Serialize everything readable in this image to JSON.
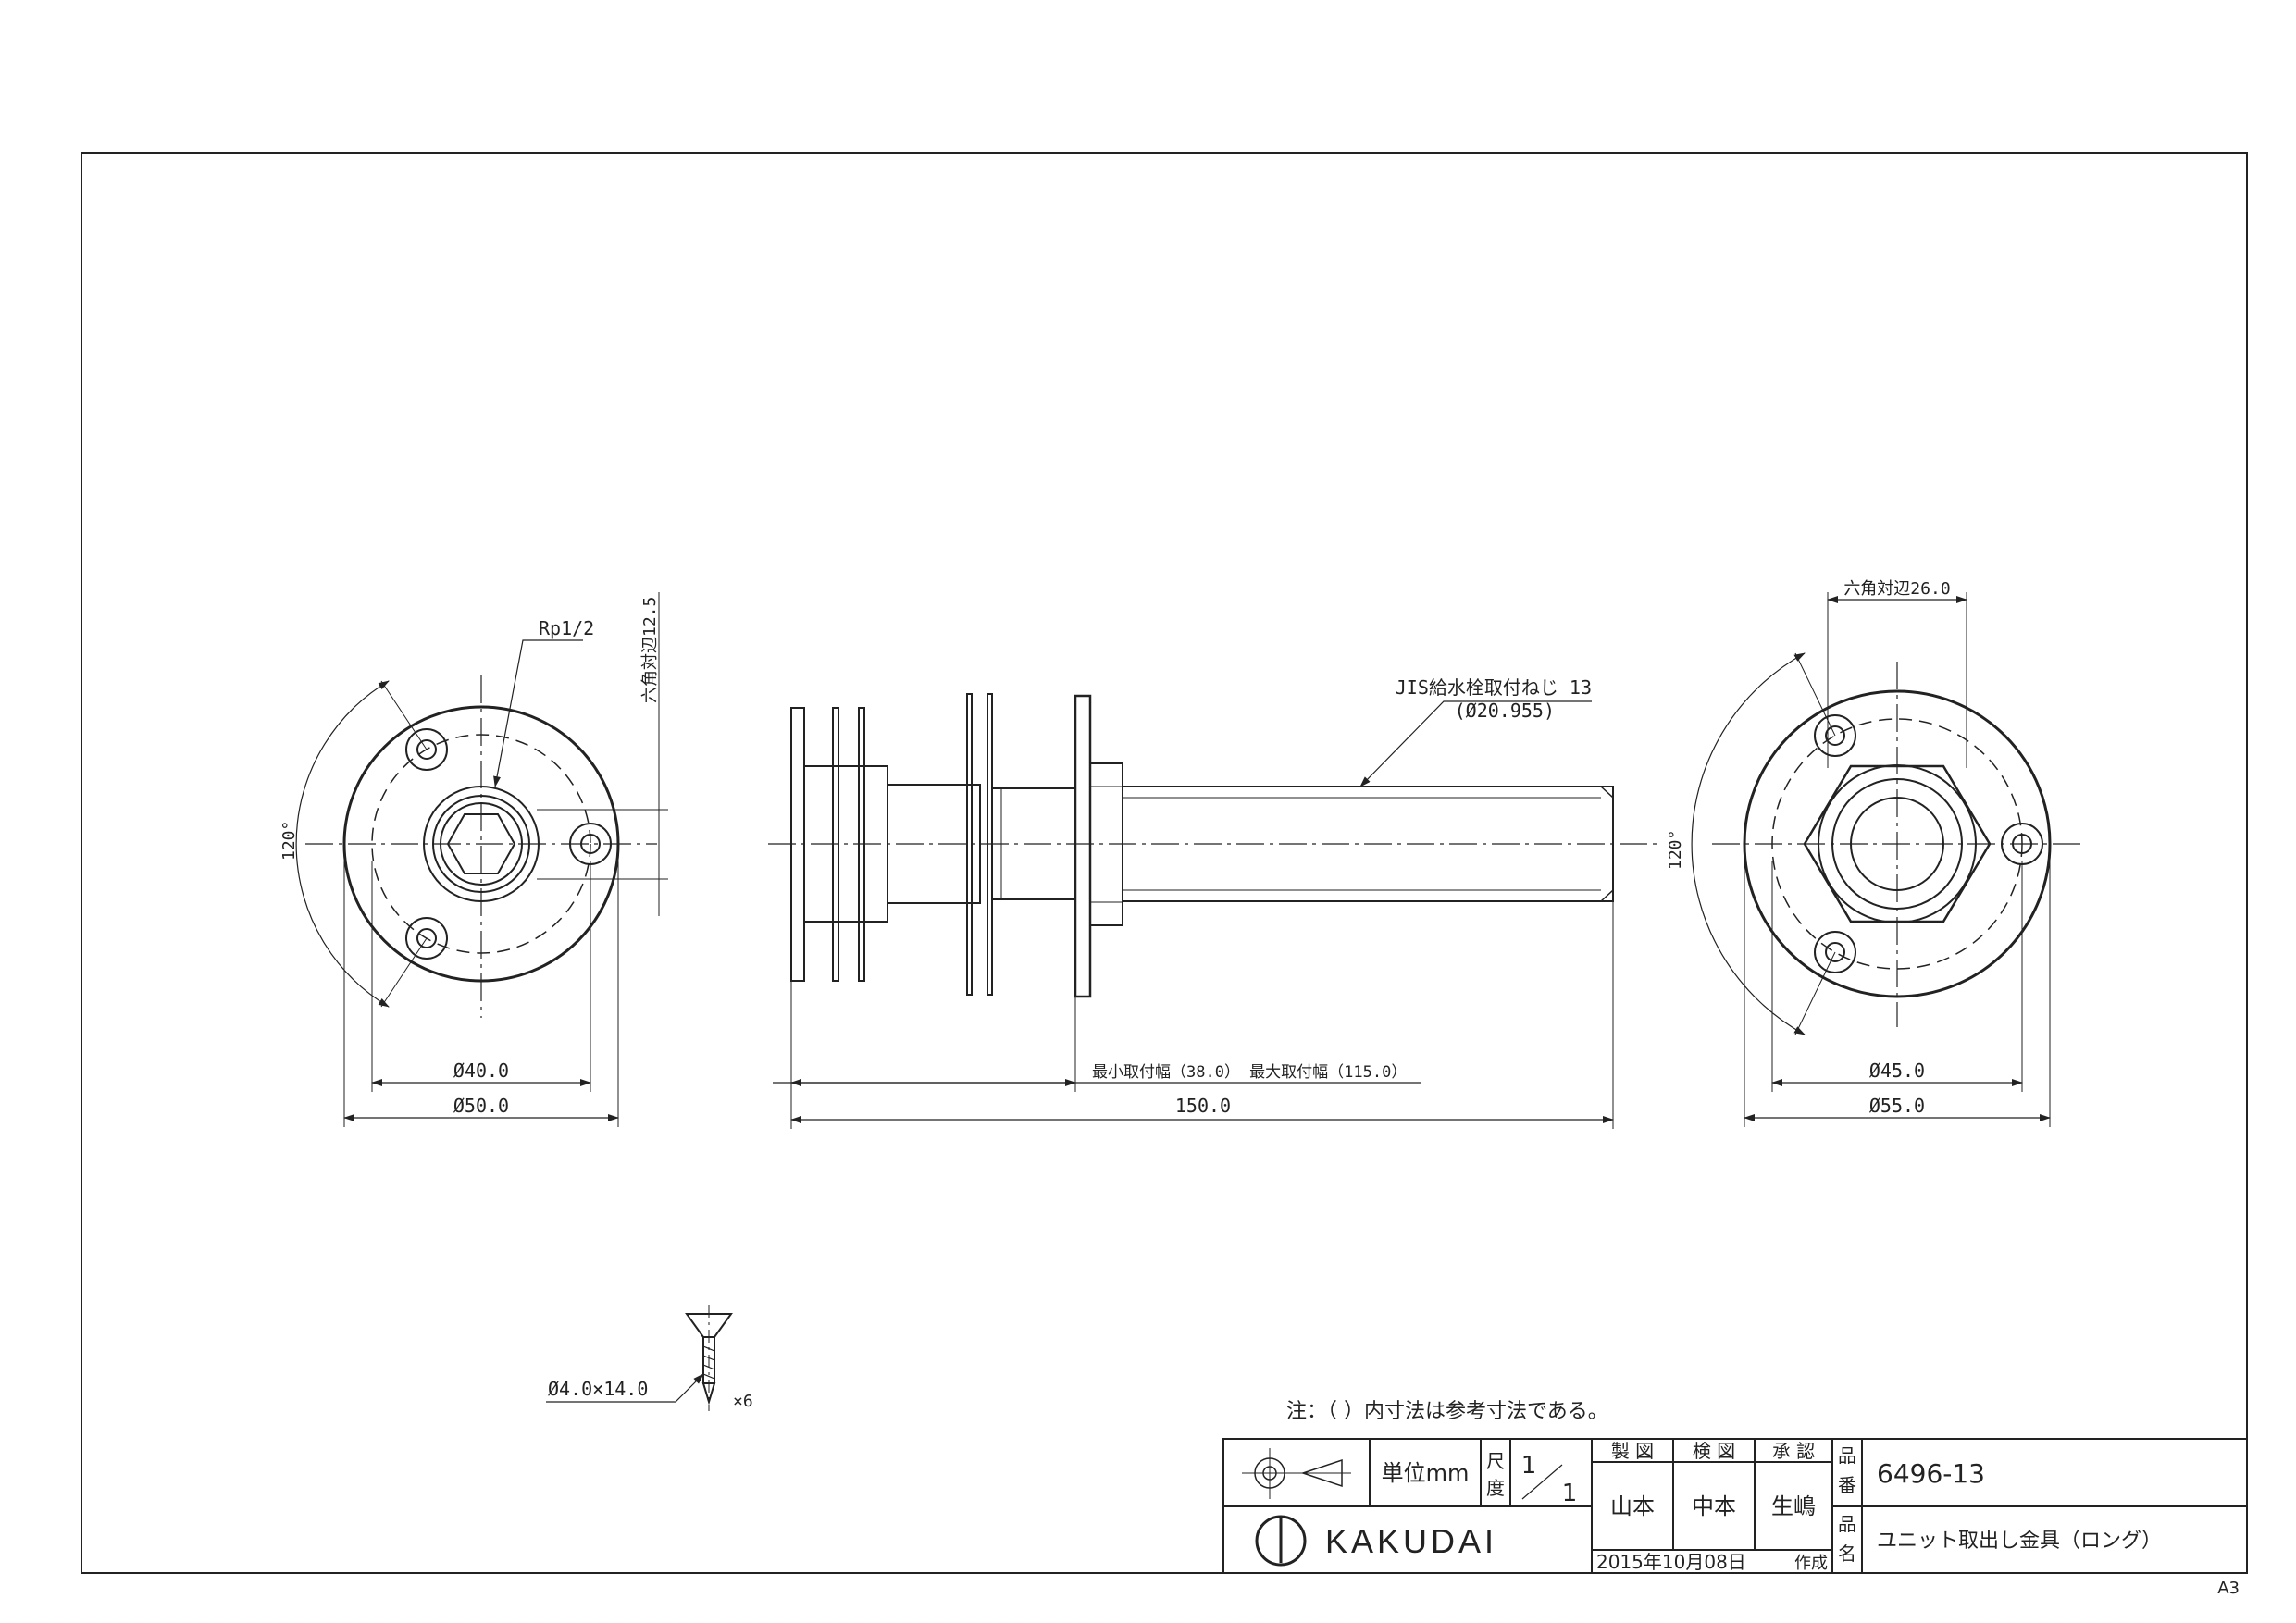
{
  "sheet_size": "A3",
  "note": "注：（ ）内寸法は参考寸法である。",
  "left_view": {
    "thread_label": "Rp1/2",
    "hex_label": "六角対辺12.5",
    "angle_label": "120°",
    "inner_dia_label": "Ø40.0",
    "outer_dia_label": "Ø50.0"
  },
  "side_view": {
    "thread_label": "JIS給水栓取付ねじ 13",
    "thread_dia_label": "(Ø20.955)",
    "width_label": "最小取付幅（38.0） 最大取付幅（115.0）",
    "length_label": "150.0"
  },
  "right_view": {
    "hex_label": "六角対辺26.0",
    "angle_label": "120°",
    "inner_dia_label": "Ø45.0",
    "outer_dia_label": "Ø55.0"
  },
  "screw": {
    "size_label": "Ø4.0×14.0",
    "qty_label": "×6"
  },
  "title_block": {
    "unit_label": "単位mm",
    "scale_label_1": "尺",
    "scale_label_2": "度",
    "scale_num": "1",
    "scale_den": "1",
    "drawn_label": "製 図",
    "checked_label": "検 図",
    "approved_label": "承 認",
    "drawn_by": "山本",
    "checked_by": "中本",
    "approved_by": "生嶋",
    "part_no_label_1": "品",
    "part_no_label_2": "番",
    "part_no": "6496-13",
    "part_name_label_1": "品",
    "part_name_label_2": "名",
    "part_name": "ユニット取出し金具（ロング）",
    "date": "2015年10月08日",
    "created_label": "作成",
    "logo_text": "KAKUDAI"
  }
}
